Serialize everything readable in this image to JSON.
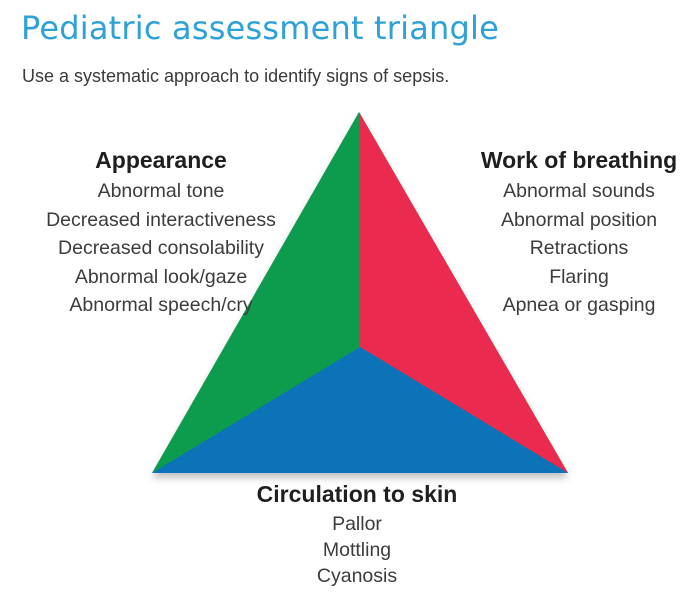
{
  "header": {
    "title": "Pediatric assessment triangle",
    "subtitle": "Use a systematic approach to identify signs of sepsis."
  },
  "colors": {
    "title": "#2EA1D8",
    "subtitle_text": "#3A3A3A",
    "heading_text": "#1F1F1F",
    "body_text": "#3C3C3C",
    "green": "#079C4D",
    "red": "#EB2950",
    "blue": "#0E73B9"
  },
  "diagram": {
    "type": "diagram",
    "shape": "triangle divided into three sections meeting at center",
    "sections": [
      {
        "id": "appearance",
        "position": "left",
        "color_name": "green",
        "label": "Appearance",
        "items": [
          "Abnormal tone",
          "Decreased interactiveness",
          "Decreased consolability",
          "Abnormal look/gaze",
          "Abnormal speech/cry"
        ]
      },
      {
        "id": "work-of-breathing",
        "position": "right",
        "color_name": "red",
        "label": "Work of breathing",
        "items": [
          "Abnormal sounds",
          "Abnormal position",
          "Retractions",
          "Flaring",
          "Apnea or gasping"
        ]
      },
      {
        "id": "circulation-to-skin",
        "position": "bottom",
        "color_name": "blue",
        "label": "Circulation to skin",
        "items": [
          "Pallor",
          "Mottling",
          "Cyanosis"
        ]
      }
    ]
  }
}
